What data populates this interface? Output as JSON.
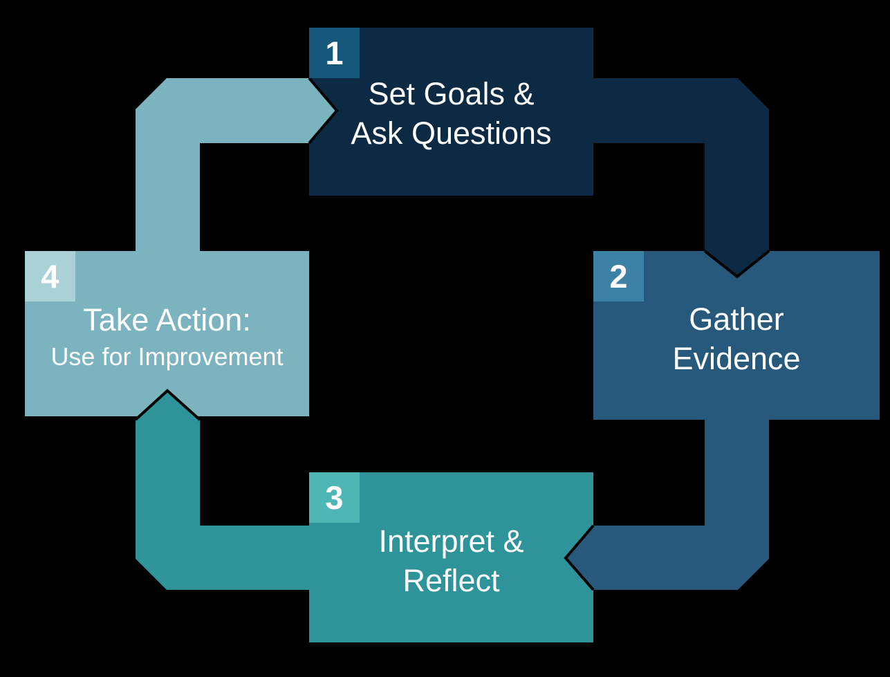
{
  "background": "#000000",
  "text_color": "#fdfdfd",
  "arrow_outline": "#000000",
  "steps": [
    {
      "number": "1",
      "lines": [
        "Set Goals &",
        "Ask Questions"
      ],
      "box_color": "#0d2a44",
      "badge_color": "#15577a",
      "position": "top"
    },
    {
      "number": "2",
      "lines": [
        "Gather",
        "Evidence"
      ],
      "box_color": "#26597b",
      "badge_color": "#3e81a7",
      "position": "right"
    },
    {
      "number": "3",
      "lines": [
        "Interpret &",
        "Reflect"
      ],
      "box_color": "#2f9499",
      "badge_color": "#4eb6b5",
      "position": "bottom"
    },
    {
      "number": "4",
      "lines": [
        "Take Action:",
        "Use for Improvement"
      ],
      "box_color": "#7bb4be",
      "badge_color": "#aad2d6",
      "position": "left"
    }
  ],
  "arrows": [
    {
      "from": "4",
      "to": "1"
    },
    {
      "from": "1",
      "to": "2"
    },
    {
      "from": "2",
      "to": "3"
    },
    {
      "from": "3",
      "to": "4"
    }
  ]
}
